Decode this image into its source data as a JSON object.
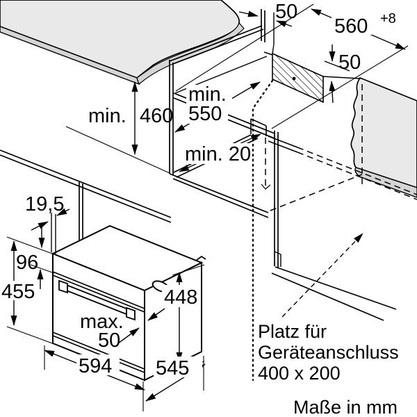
{
  "diagram": {
    "type": "appliance-installation-drawing",
    "units_note": "Maße in mm",
    "colors": {
      "line": "#000000",
      "surface_light": "#e9e9e9",
      "surface_shadow": "#d5d5d5",
      "background": "#ffffff"
    },
    "dimensions": {
      "wall_gap_top": "50",
      "niche_width": {
        "value": "560",
        "tolerance": "+8"
      },
      "vent_clearance": "50",
      "niche_depth": {
        "prefix": "min.",
        "value": "550"
      },
      "niche_height": {
        "prefix": "min.",
        "value": "460"
      },
      "rear_gap": "min. 20",
      "door_protrusion": "19,5",
      "control_panel_height": "96",
      "appliance_height": "455",
      "body_height": "448",
      "handle_clearance": {
        "prefix": "max.",
        "value": "50"
      },
      "appliance_width": "594",
      "body_depth": "545"
    },
    "connection_note": {
      "line1": "Platz für",
      "line2": "Geräteanschluss",
      "line3": "400 x 200"
    }
  }
}
